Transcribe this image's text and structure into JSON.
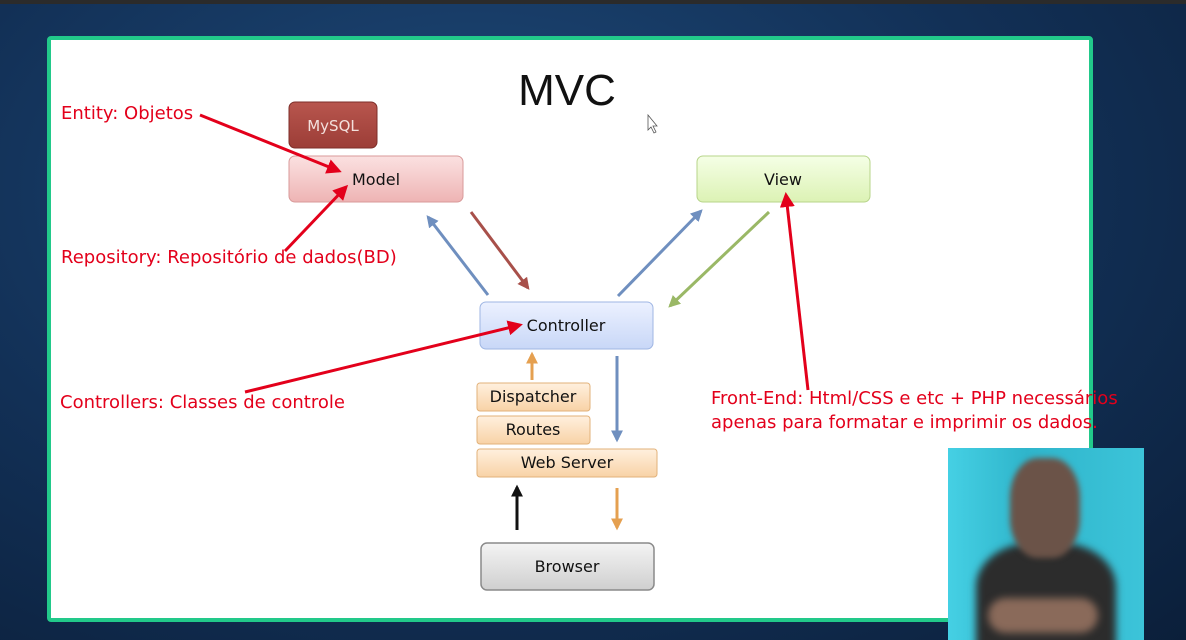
{
  "slide": {
    "title": "MVC",
    "boxes": {
      "mysql": "MySQL",
      "model": "Model",
      "view": "View",
      "controller": "Controller",
      "dispatcher": "Dispatcher",
      "routes": "Routes",
      "web_server": "Web Server",
      "browser": "Browser"
    },
    "annotations": {
      "entity": "Entity: Objetos",
      "repository": "Repository: Repositório de dados(BD)",
      "controllers": "Controllers: Classes de controle",
      "frontend_line1": "Front-End: Html/CSS e etc + PHP necessários",
      "frontend_line2": "apenas para formatar e imprimir os dados."
    }
  },
  "colors": {
    "annotation_red": "#e3001b",
    "frame_green": "#22c98a",
    "mysql_fill": "#a8453e",
    "model_fill": "#f2c3c3",
    "view_fill": "#e6f7c6",
    "controller_fill": "#d4e0fb",
    "stack_fill": "#fbdcb8",
    "browser_fill": "#dcdcdc"
  },
  "icons": {
    "cursor": "mouse-pointer-icon"
  }
}
